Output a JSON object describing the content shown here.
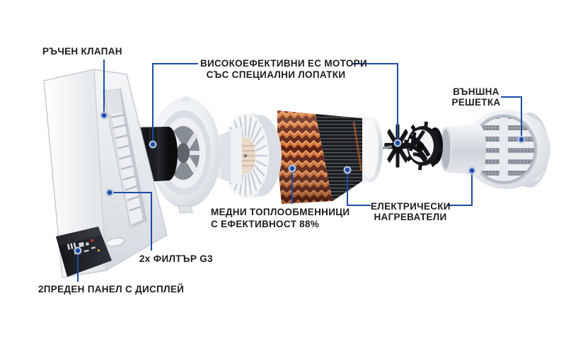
{
  "diagram": {
    "background": "#ffffff",
    "accent_color": "#1d4ba5",
    "text_color": "#1e1e20",
    "copper_color": "#cf7034",
    "labels": {
      "manual_valve": {
        "text": "РЪЧЕН КЛАПАН"
      },
      "ec_motors": {
        "line1": "ВИСОКОЕФЕКТИВНИ EC МОТОРИ",
        "line2": "СЪС СПЕЦИАЛНИ ЛОПАТКИ"
      },
      "external_grille": {
        "line1": "ВЪНШНА",
        "line2": "РЕШЕТКА"
      },
      "copper_heat_exchangers": {
        "line1": "МЕДНИ ТОПЛООБМЕННИЦИ",
        "line2": "С ЕФЕКТИВНОСТ 88%"
      },
      "electric_heaters": {
        "line1": "ЕЛЕКТРИЧЕСКИ",
        "line2": "НАГРЕВАТЕЛИ"
      },
      "filters": {
        "text": "2x ФИЛТЪР G3"
      },
      "front_panel": {
        "text": "2ПРЕДЕН ПАНЕЛ С ДИСПЛЕЙ"
      }
    }
  }
}
